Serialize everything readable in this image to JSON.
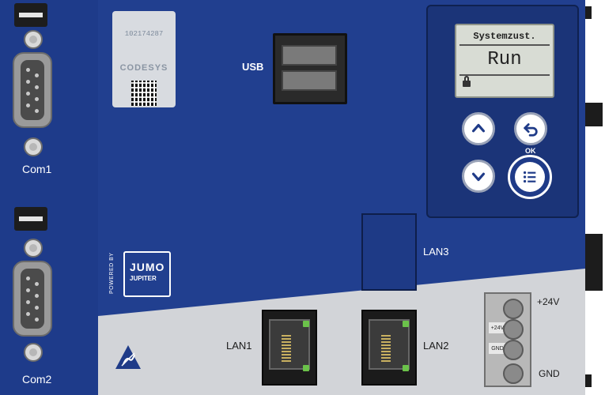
{
  "device": {
    "sticker": {
      "serial": "102174287",
      "brand": "CODESYS"
    },
    "ports": {
      "com1_label": "Com1",
      "com2_label": "Com2",
      "usb_label": "USB",
      "lan1_label": "LAN1",
      "lan2_label": "LAN2",
      "lan3_label": "LAN3"
    },
    "display": {
      "title": "Systemzust.",
      "value": "Run",
      "lock_icon": "lock-icon"
    },
    "keys": {
      "up_icon": "chevron-up-icon",
      "down_icon": "chevron-down-icon",
      "back_icon": "back-arrow-icon",
      "ok_label": "OK",
      "ok_icon": "menu-list-icon"
    },
    "branding": {
      "powered_by": "POWERED BY",
      "logo_top": "JUMO",
      "logo_bottom": "JUPITER"
    },
    "power": {
      "plus_label": "+24V",
      "gnd_label": "GND",
      "terminal_tag_top": "+24V",
      "terminal_tag_bottom": "GND"
    },
    "warning_icon": "esd-warning-icon"
  },
  "colors": {
    "body": "#213f8f",
    "lower_panel": "#d2d4d8",
    "lcd": "#d8dcd4",
    "led": "#6bc24a"
  }
}
